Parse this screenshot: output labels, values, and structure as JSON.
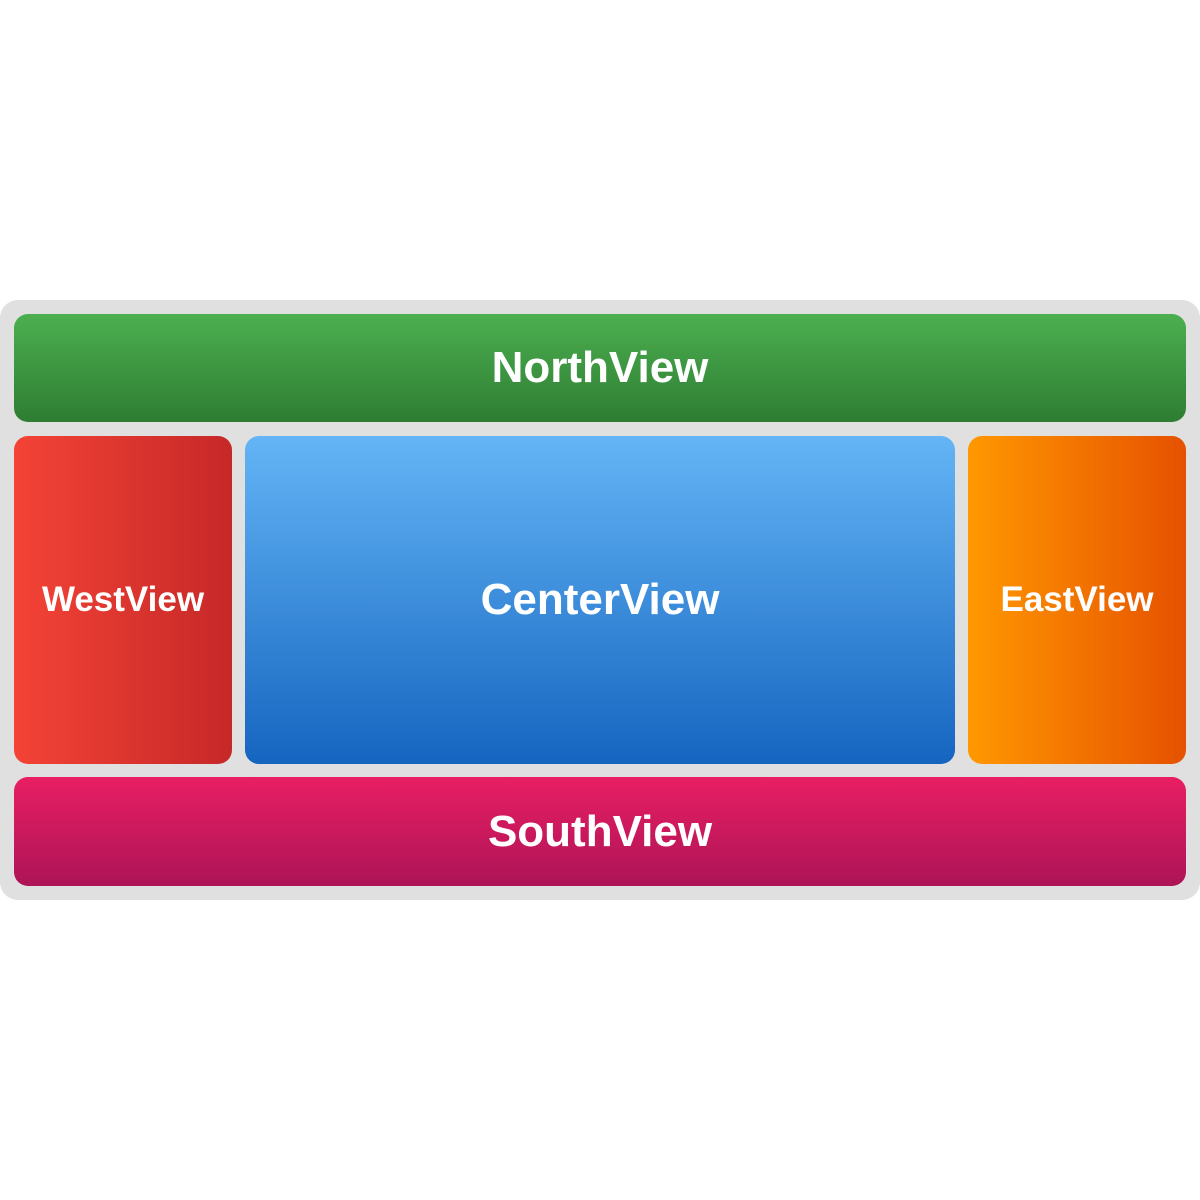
{
  "layout": {
    "north": {
      "label": "NorthView",
      "color": "#4caf50"
    },
    "west": {
      "label": "WestView",
      "color": "#f44336"
    },
    "center": {
      "label": "CenterView",
      "color": "#2196f3"
    },
    "east": {
      "label": "EastView",
      "color": "#ff9800"
    },
    "south": {
      "label": "SouthView",
      "color": "#e91e63"
    }
  }
}
